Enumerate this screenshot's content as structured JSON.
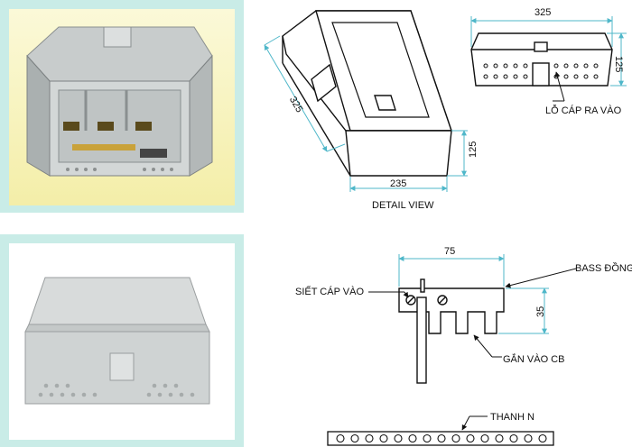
{
  "dimensions": {
    "top_width": "325",
    "top_height": "125",
    "iso_diag": "325",
    "iso_height": "125",
    "iso_width": "235",
    "bass_width": "75",
    "bass_height": "35"
  },
  "labels": {
    "cable_out": "LỖ CÁP RA VÀO",
    "detail_view": "DETAIL VIEW",
    "bass": "BASS ĐỒNG",
    "tighten": "SIẾT CÁP VÀO",
    "mount_cb": "GẮN VÀO CB",
    "neutral_bar": "THANH N"
  },
  "colors": {
    "dim_line": "#4fb7c9",
    "frame_bg": "#c9ece7",
    "photo_bg": "#f4eea8",
    "drawing": "#111111"
  }
}
